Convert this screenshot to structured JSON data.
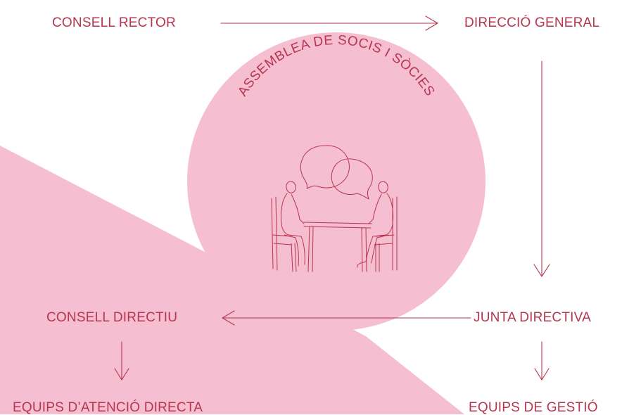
{
  "colors": {
    "pink_fill": "#f6bed1",
    "accent": "#b73551",
    "line": "#b73551"
  },
  "assembly": {
    "title": "ASSEMBLEA DE SOCIS I SÒCIES",
    "illustration_icon": "meeting-people-at-table-icon"
  },
  "nodes": {
    "consell_rector": "CONSELL RECTOR",
    "direccio_general": "DIRECCIÓ GENERAL",
    "consell_directiu": "CONSELL DIRECTIU",
    "junta_directiva": "JUNTA DIRECTIVA",
    "equips_atencio": "EQUIPS D’ATENCIÓ DIRECTA",
    "equips_gestio": "EQUIPS DE GESTIÓ"
  },
  "edges": [
    {
      "from": "CONSELL RECTOR",
      "to": "DIRECCIÓ GENERAL"
    },
    {
      "from": "DIRECCIÓ GENERAL",
      "to": "JUNTA DIRECTIVA"
    },
    {
      "from": "JUNTA DIRECTIVA",
      "to": "CONSELL DIRECTIU"
    },
    {
      "from": "CONSELL DIRECTIU",
      "to": "EQUIPS D’ATENCIÓ DIRECTA"
    },
    {
      "from": "JUNTA DIRECTIVA",
      "to": "EQUIPS DE GESTIÓ"
    }
  ]
}
